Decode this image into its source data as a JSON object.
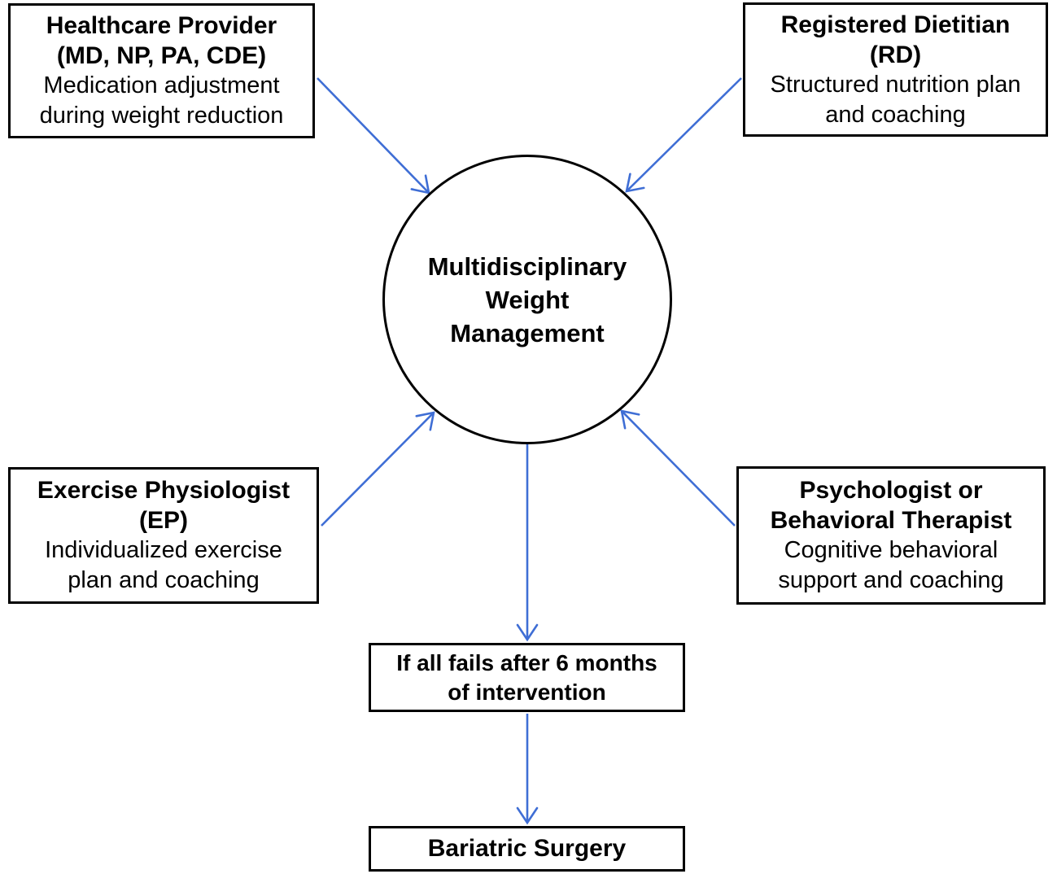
{
  "diagram": {
    "title_hint": "Multidisciplinary weight management flow diagram",
    "colors": {
      "arrow": "#3f6ed5",
      "border": "#000000",
      "background": "#ffffff",
      "text": "#000000"
    },
    "center": {
      "lines": [
        "Multidisciplinary",
        "Weight",
        "Management"
      ]
    },
    "nodes": {
      "healthcare_provider": {
        "bold_lines": [
          "Healthcare Provider",
          "(MD, NP, PA, CDE)"
        ],
        "text_lines": [
          "Medication adjustment",
          "during weight reduction"
        ]
      },
      "registered_dietitian": {
        "bold_lines": [
          "Registered Dietitian",
          "(RD)"
        ],
        "text_lines": [
          "Structured nutrition plan",
          "and coaching"
        ]
      },
      "exercise_physiologist": {
        "bold_lines": [
          "Exercise Physiologist",
          "(EP)"
        ],
        "text_lines": [
          "Individualized exercise",
          "plan and coaching"
        ]
      },
      "psychologist": {
        "bold_lines": [
          "Psychologist or",
          "Behavioral Therapist"
        ],
        "text_lines": [
          "Cognitive behavioral",
          "support and coaching"
        ]
      },
      "if_all_fails": {
        "bold_lines": [
          "If all fails after 6 months",
          "of intervention"
        ]
      },
      "bariatric_surgery": {
        "bold_lines": [
          "Bariatric Surgery"
        ]
      }
    },
    "arrows": [
      {
        "name": "healthcare-to-center",
        "direction": "into-circle"
      },
      {
        "name": "dietitian-to-center",
        "direction": "into-circle"
      },
      {
        "name": "exercise-to-center",
        "direction": "into-circle"
      },
      {
        "name": "psychologist-to-center",
        "direction": "into-circle"
      },
      {
        "name": "center-to-if-all-fails",
        "direction": "down"
      },
      {
        "name": "if-all-fails-to-bariatric",
        "direction": "down"
      }
    ]
  }
}
